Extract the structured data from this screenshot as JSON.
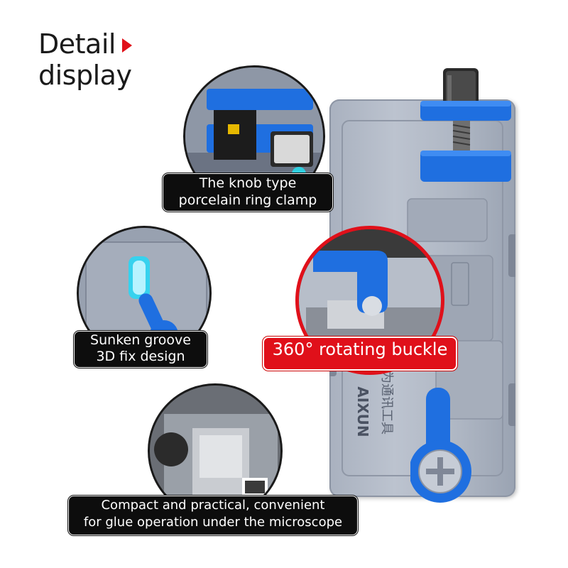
{
  "title": {
    "line1": "Detail",
    "line2": "display"
  },
  "callouts": {
    "knob_clamp": {
      "line1": "The knob type",
      "line2": "porcelain ring clamp"
    },
    "sunken_groove": {
      "line1": "Sunken groove",
      "line2": "3D fix design"
    },
    "rotating_buckle": {
      "line1": "360° rotating buckle"
    },
    "compact": {
      "line1": "Compact and practical, convenient",
      "line2": "for glue operation under the microscope"
    }
  },
  "colors": {
    "accent_red": "#e0101a",
    "clamp_blue": "#1f6fe0",
    "body_gray": "#b3bac6",
    "label_black": "#0d0d0d"
  }
}
